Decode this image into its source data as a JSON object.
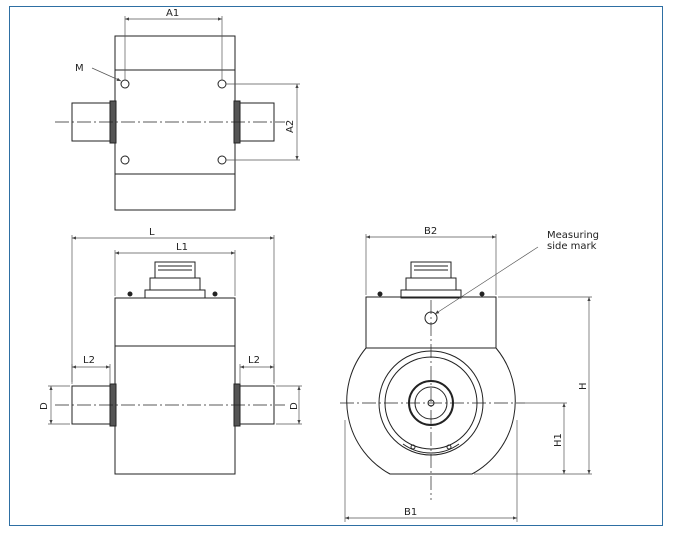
{
  "labels": {
    "a1": "A1",
    "a2": "A2",
    "m": "M",
    "l": "L",
    "l1": "L1",
    "l2_left": "L2",
    "l2_right": "L2",
    "d_left": "D",
    "d_right": "D",
    "b2": "B2",
    "b1": "B1",
    "h": "H",
    "h1": "H1",
    "measuring_line1": "Measuring",
    "measuring_line2": "side mark"
  },
  "colors": {
    "frame": "#2e6fa3",
    "line": "#222222",
    "dim": "#555555"
  }
}
